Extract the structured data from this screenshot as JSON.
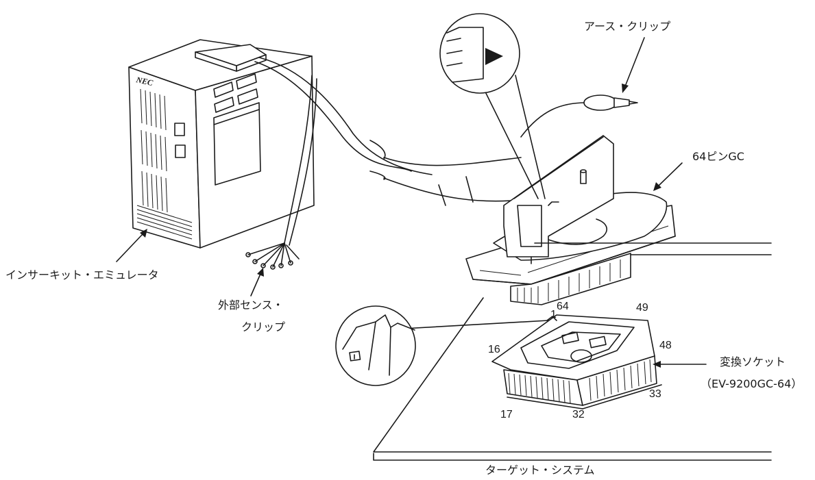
{
  "labels": {
    "ground_clip": "アース・クリップ",
    "gc64": "64ピンGC",
    "emulator": "インサーキット・エミュレータ",
    "sense_clip_line1": "外部センス・",
    "sense_clip_line2": "クリップ",
    "conv_socket_line1": "変換ソケット",
    "conv_socket_line2": "（EV-9200GC-64）",
    "target_system": "ターゲット・システム",
    "brand": "NEC"
  },
  "pins": {
    "p1": "1",
    "p64": "64",
    "p49": "49",
    "p16": "16",
    "p48": "48",
    "p17": "17",
    "p32": "32",
    "p33": "33"
  }
}
